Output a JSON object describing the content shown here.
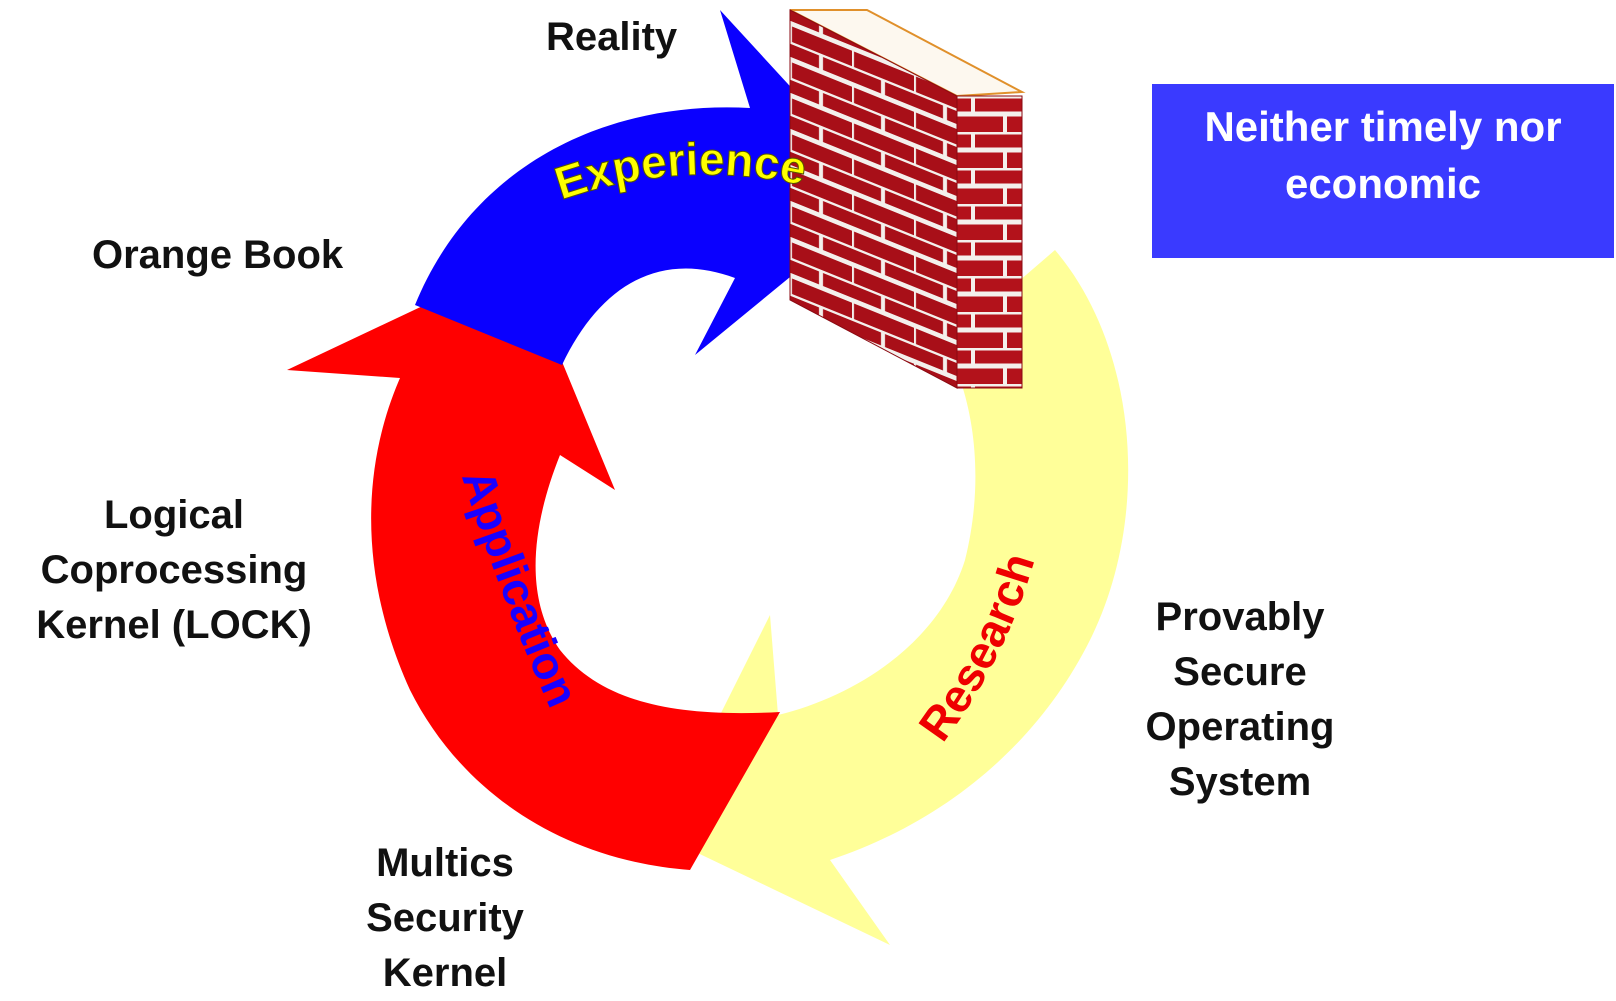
{
  "labels": {
    "reality": "Reality",
    "orange_book": "Orange Book",
    "lock": [
      "Logical",
      "Coprocessing",
      "Kernel (LOCK)"
    ],
    "multics": [
      "Multics",
      "Security",
      "Kernel"
    ],
    "provably": [
      "Provably",
      "Secure",
      "Operating",
      "System"
    ]
  },
  "arrows": {
    "experience": "Experience",
    "application": "Application",
    "research": "Research"
  },
  "callout": {
    "text": "Neither timely nor economic"
  },
  "colors": {
    "experience_arrow": "#0a00ff",
    "experience_text": "#ffff00",
    "application_arrow": "#ff0000",
    "application_text": "#1a00ff",
    "research_arrow": "#ffff99",
    "research_text": "#ee0000",
    "brick": "#b3121b",
    "mortar": "#f4f0ec",
    "callout_bg": "#3a3aff",
    "callout_text": "#ffffff"
  },
  "icons": {
    "wall": "brick-wall-icon"
  }
}
